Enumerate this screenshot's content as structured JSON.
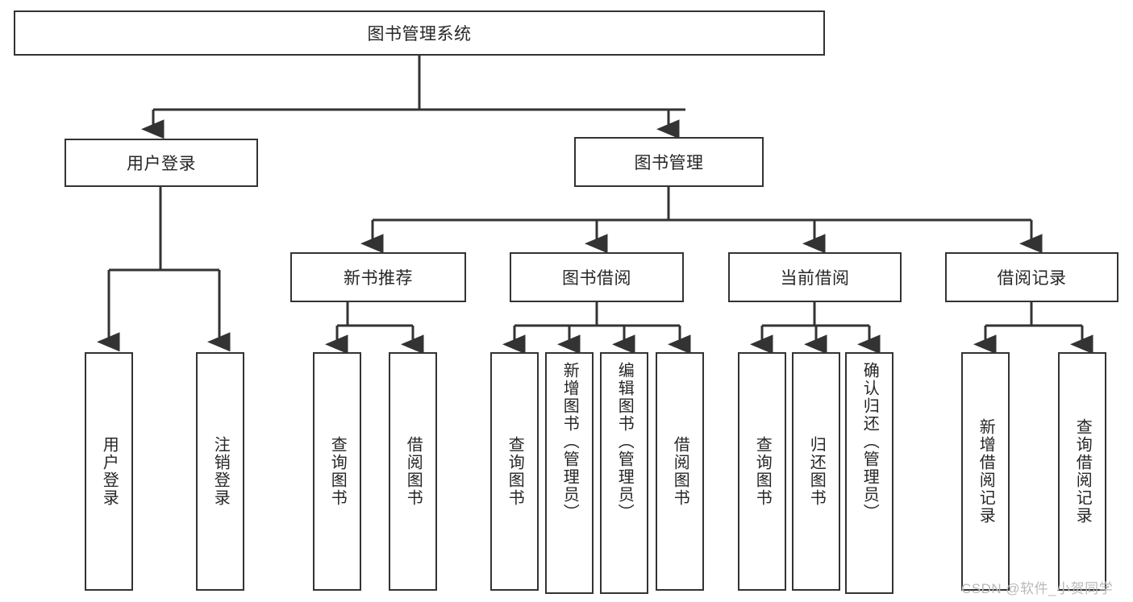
{
  "diagram": {
    "title_node": {
      "label": "图书管理系统"
    },
    "level2": [
      {
        "id": "user-login",
        "label": "用户登录"
      },
      {
        "id": "book-management",
        "label": "图书管理"
      }
    ],
    "level3": [
      {
        "id": "new-book-recommend",
        "label": "新书推荐"
      },
      {
        "id": "book-borrow",
        "label": "图书借阅"
      },
      {
        "id": "current-borrow",
        "label": "当前借阅"
      },
      {
        "id": "borrow-record",
        "label": "借阅记录"
      }
    ],
    "leaves": {
      "user_login": [
        {
          "id": "leaf-user-login",
          "label": "用户登录"
        },
        {
          "id": "leaf-logout-login",
          "label": "注销登录"
        }
      ],
      "new_book_recommend": [
        {
          "id": "leaf-query-book-1",
          "label": "查询图书"
        },
        {
          "id": "leaf-borrow-book-1",
          "label": "借阅图书"
        }
      ],
      "book_borrow": [
        {
          "id": "leaf-query-book-2",
          "label": "查询图书"
        },
        {
          "id": "leaf-add-book",
          "label": "新增图书（管理员）"
        },
        {
          "id": "leaf-edit-book",
          "label": "编辑图书（管理员）"
        },
        {
          "id": "leaf-borrow-book-2",
          "label": "借阅图书"
        }
      ],
      "current_borrow": [
        {
          "id": "leaf-query-book-3",
          "label": "查询图书"
        },
        {
          "id": "leaf-return-book",
          "label": "归还图书"
        },
        {
          "id": "leaf-confirm-return",
          "label": "确认归还（管理员）"
        }
      ],
      "borrow_record": [
        {
          "id": "leaf-add-record",
          "label": "新增借阅记录"
        },
        {
          "id": "leaf-query-record",
          "label": "查询借阅记录"
        }
      ]
    }
  },
  "watermark": {
    "text": "CSDN @软件_小贺同学"
  },
  "colors": {
    "stroke": "#333333",
    "fill": "#ffffff",
    "text": "#262626",
    "watermark": "#b9b9b9"
  }
}
